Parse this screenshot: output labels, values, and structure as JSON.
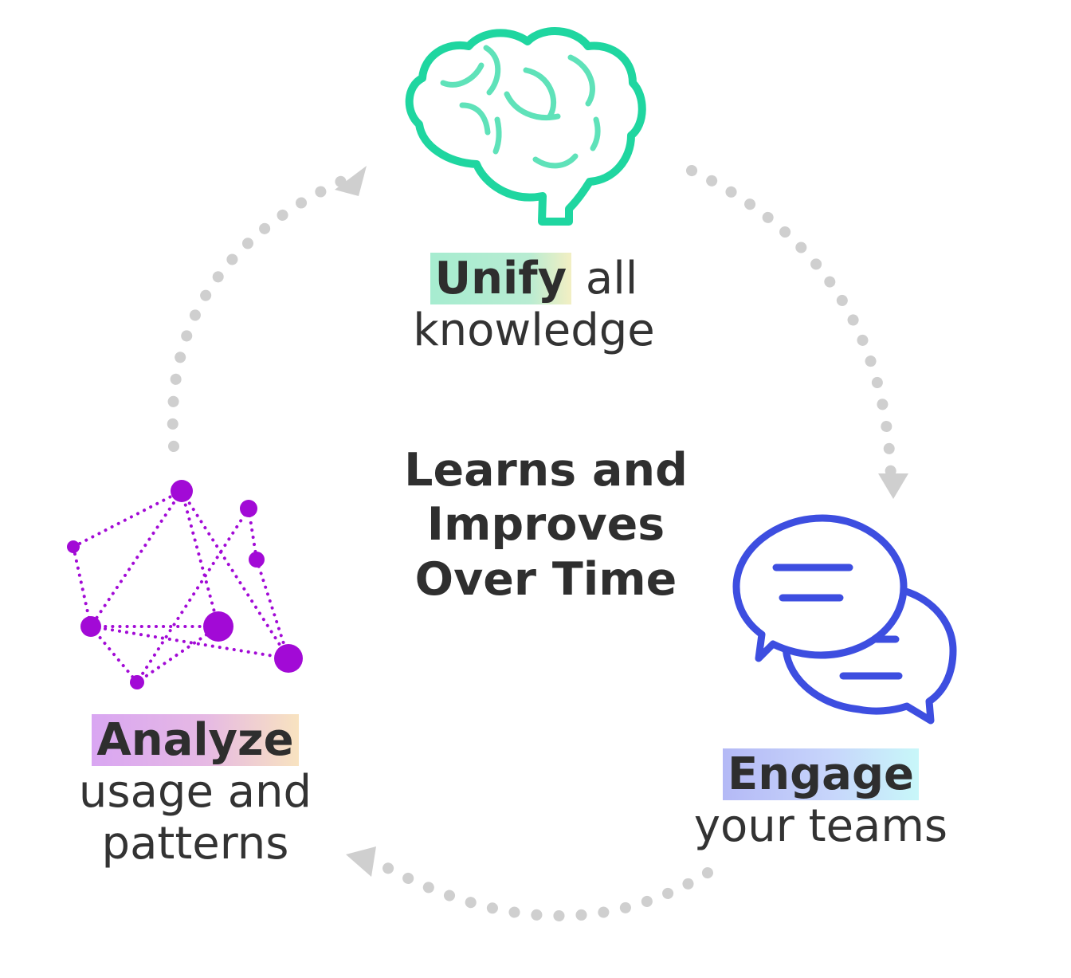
{
  "center": {
    "line1": "Learns and",
    "line2": "Improves",
    "line3": "Over Time"
  },
  "unify": {
    "keyword": "Unify",
    "rest_line1": "all",
    "line2": "knowledge",
    "icon": "brain-icon",
    "color": "#1fd6a0"
  },
  "engage": {
    "keyword": "Engage",
    "line2": "your teams",
    "icon": "chat-bubbles-icon",
    "color": "#3d4ee0"
  },
  "analyze": {
    "keyword": "Analyze",
    "line2": "usage and",
    "line3": "patterns",
    "icon": "network-graph-icon",
    "color": "#a20ad6"
  },
  "cycle": {
    "arrow_color": "#cfcfcf",
    "direction": "clockwise"
  }
}
